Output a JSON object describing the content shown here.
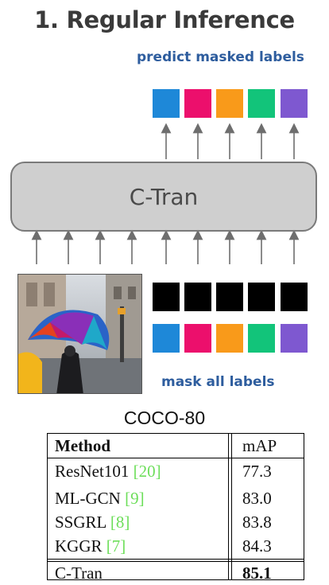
{
  "title": "1. Regular Inference",
  "top_label": "predict masked labels",
  "bottom_label": "mask all labels",
  "model_box": "C-Tran",
  "label_colors": [
    "#1e88d8",
    "#ec0f6c",
    "#f99a1a",
    "#12c47a",
    "#7e58d0"
  ],
  "mask_color": "#000000",
  "table": {
    "caption": "COCO-80",
    "headers": [
      "Method",
      "mAP"
    ],
    "rows": [
      {
        "method": "ResNet101",
        "ref": "[20]",
        "map": "77.3"
      },
      {
        "method": "ML-GCN",
        "ref": "[9]",
        "map": "83.0"
      },
      {
        "method": "SSGRL",
        "ref": "[8]",
        "map": "83.8"
      },
      {
        "method": "KGGR",
        "ref": "[7]",
        "map": "84.3"
      }
    ],
    "final": {
      "method": "C-Tran",
      "map": "85.1"
    }
  }
}
